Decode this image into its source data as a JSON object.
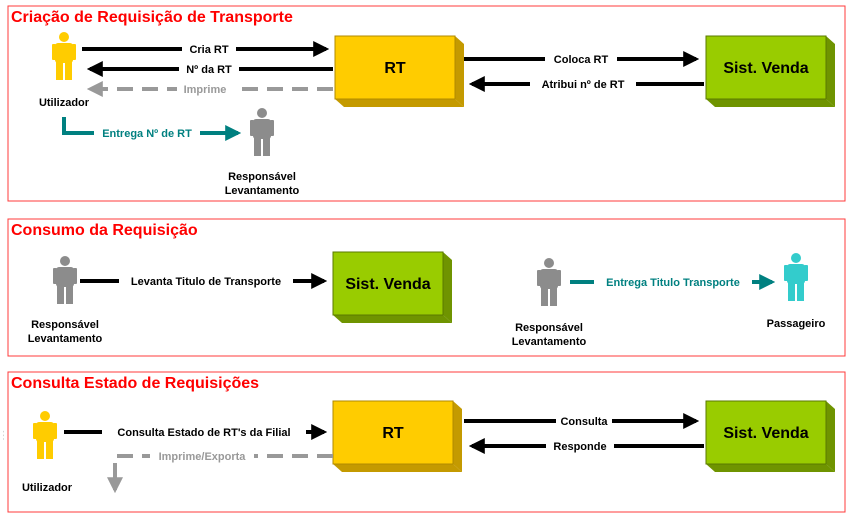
{
  "colors": {
    "title": "#ff0000",
    "panel_border": "#ff3b3b",
    "rt_box": "#ffcc00",
    "rt_box_side": "#c49a00",
    "sv_box": "#99cc00",
    "sv_box_side": "#6f9400",
    "user": "#ffcc00",
    "responsible": "#8c8c8c",
    "passenger": "#33cccc",
    "teal": "#008080",
    "gray_dashed": "#999999"
  },
  "section1": {
    "title": "Criação de Requisição de Transporte",
    "rt_box": "RT",
    "sv_box": "Sist. Venda",
    "user_label": "Utilizador",
    "responsible_label_1": "Responsável",
    "responsible_label_2": "Levantamento",
    "arrow_cria": "Cria RT",
    "arrow_numero": "Nº da RT",
    "arrow_imprime": "Imprime",
    "arrow_coloca": "Coloca RT",
    "arrow_atribui": "Atribui nº de RT",
    "arrow_entrega": "Entrega Nº de RT"
  },
  "section2": {
    "title": "Consumo da Requisição",
    "sv_box": "Sist. Venda",
    "responsible_a_label_1": "Responsável",
    "responsible_a_label_2": "Levantamento",
    "responsible_b_label_1": "Responsável",
    "responsible_b_label_2": "Levantamento",
    "passenger_label": "Passageiro",
    "arrow_levanta": "Levanta Titulo de Transporte",
    "arrow_entrega": "Entrega Titulo Transporte"
  },
  "section3": {
    "title": "Consulta Estado de Requisições",
    "rt_box": "RT",
    "sv_box": "Sist. Venda",
    "user_label": "Utilizador",
    "arrow_consulta_estado": "Consulta Estado de RT's da Filial",
    "arrow_imprime": "Imprime/Exporta",
    "arrow_consulta": "Consulta",
    "arrow_responde": "Responde"
  }
}
